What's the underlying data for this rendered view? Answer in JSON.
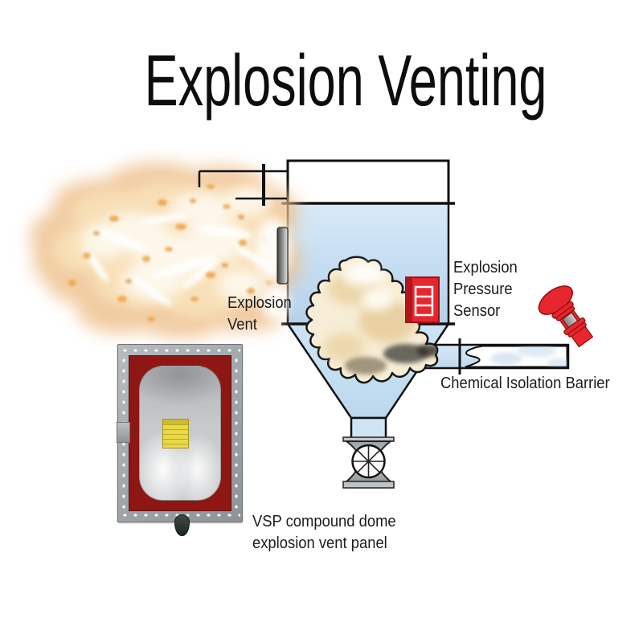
{
  "title": "Explosion Venting",
  "labels": {
    "explosion_vent": {
      "line1": "Explosion",
      "line2": "Vent"
    },
    "pressure_sensor": {
      "line1": "Explosion",
      "line2": "Pressure",
      "line3": "Sensor"
    },
    "chemical_barrier": "Chemical Isolation Barrier"
  },
  "caption": {
    "line1": "VSP compound dome",
    "line2": "explosion vent panel"
  },
  "colors": {
    "accent_red": "#e8262d",
    "vessel_blue": "#cfe3f4",
    "gasket_red": "#8e1713",
    "flame_orange": "#f0b267",
    "steel_gray": "#a9aeb2"
  }
}
